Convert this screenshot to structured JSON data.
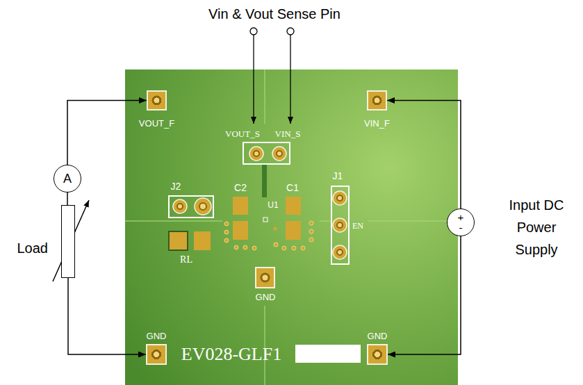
{
  "diagram": {
    "nodes": [
      {
        "text": [
          "A"
        ]
      },
      {
        "text": [
          "Load"
        ]
      },
      {
        "text": [
          "+",
          "-",
          "Input DC Power Supply"
        ]
      },
      {
        "text": [
          "VOUT_F"
        ]
      },
      {
        "text": [
          "VIN_F"
        ]
      },
      {
        "text": [
          "GND"
        ]
      },
      {
        "text": [
          "GND"
        ]
      }
    ],
    "edges": [
      {
        "from": 0,
        "to": 3,
        "arrow": "to"
      },
      {
        "from": 0,
        "to": 1,
        "arrow": "none"
      },
      {
        "from": 1,
        "to": 5,
        "arrow": "to"
      },
      {
        "from": 2,
        "to": 4,
        "arrow": "to"
      },
      {
        "from": 2,
        "to": 6,
        "arrow": "to"
      }
    ],
    "labels": [
      "Vin & Vout Sense Pin",
      "VOUT_S",
      "VIN_S",
      "J2",
      "C2",
      "U1",
      "C1",
      "J1",
      "EN",
      "RL",
      "GND",
      "EV028-GLF1"
    ]
  }
}
